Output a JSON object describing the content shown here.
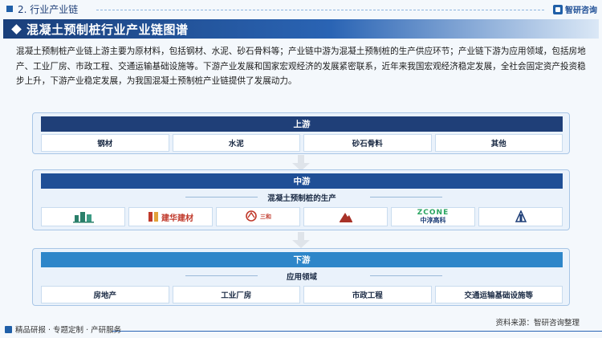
{
  "section": {
    "title": "2. 行业产业链"
  },
  "brand": {
    "name": "智研咨询"
  },
  "banner": {
    "title": "混凝土预制桩行业产业链图谱"
  },
  "intro": {
    "text": "混凝土预制桩产业链上游主要为原材料，包括钢材、水泥、砂石骨料等；产业链中游为混凝土预制桩的生产供应环节；产业链下游为应用领域，包括房地产、工业厂房、市政工程、交通运输基础设施等。下游产业发展和国家宏观经济的发展紧密联系，近年来我国宏观经济稳定发展，全社会固定资产投资稳步上升，下游产业稳定发展，为我国混凝土预制桩产业链提供了发展动力。"
  },
  "upstream": {
    "label": "上游",
    "items": [
      "钢材",
      "水泥",
      "砂石骨料",
      "其他"
    ],
    "color": "#1f3f78"
  },
  "midstream": {
    "label": "中游",
    "sublabel": "混凝土预制桩的生产",
    "logos": [
      {
        "icon": "building-logo-icon",
        "text": "",
        "color": "#2a7f6a"
      },
      {
        "icon": "jianhua-logo-icon",
        "text": "建华建材",
        "color": "#c0392b"
      },
      {
        "icon": "sanhe-logo-icon",
        "text": "三和",
        "color": "#c0392b"
      },
      {
        "icon": "mountain-logo-icon",
        "text": "",
        "color": "#a83228"
      },
      {
        "icon": "zcone-logo-icon",
        "text": "中淳高科",
        "color": "#2aa560"
      },
      {
        "icon": "tower-logo-icon",
        "text": "",
        "color": "#1f3f78"
      }
    ],
    "zcone_wordmark": "ZCONE",
    "color": "#1f4f96"
  },
  "downstream": {
    "label": "下游",
    "sublabel": "应用领域",
    "items": [
      "房地产",
      "工业厂房",
      "市政工程",
      "交通运输基础设施等"
    ],
    "color": "#2e86c9"
  },
  "footer": {
    "left": "精品研报 · 专题定制 · 产研服务",
    "right": "资料来源：智研咨询整理"
  }
}
